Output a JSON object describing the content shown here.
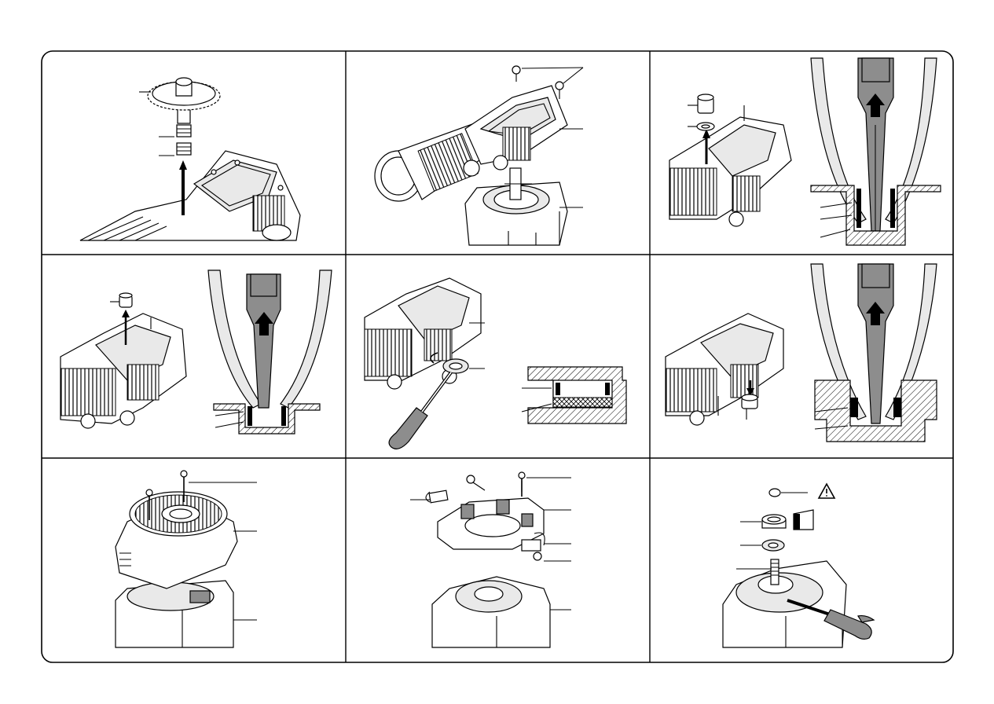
{
  "sheet": {
    "title": "",
    "panel_count": 9,
    "panels": [
      {
        "id": "gear-removal"
      },
      {
        "id": "gear-housing-screws"
      },
      {
        "id": "bearing-puller-1"
      },
      {
        "id": "bearing-puller-2"
      },
      {
        "id": "seal-removal"
      },
      {
        "id": "bearing-puller-3"
      },
      {
        "id": "motor-cover-screws"
      },
      {
        "id": "brush-holder"
      },
      {
        "id": "armature-bearing"
      }
    ]
  },
  "colors": {
    "line": "#000000",
    "fill_light": "#e9e9e9",
    "fill_dark": "#8d8d8d",
    "background": "#ffffff"
  },
  "icons": {
    "warning": "warning-triangle-icon"
  }
}
